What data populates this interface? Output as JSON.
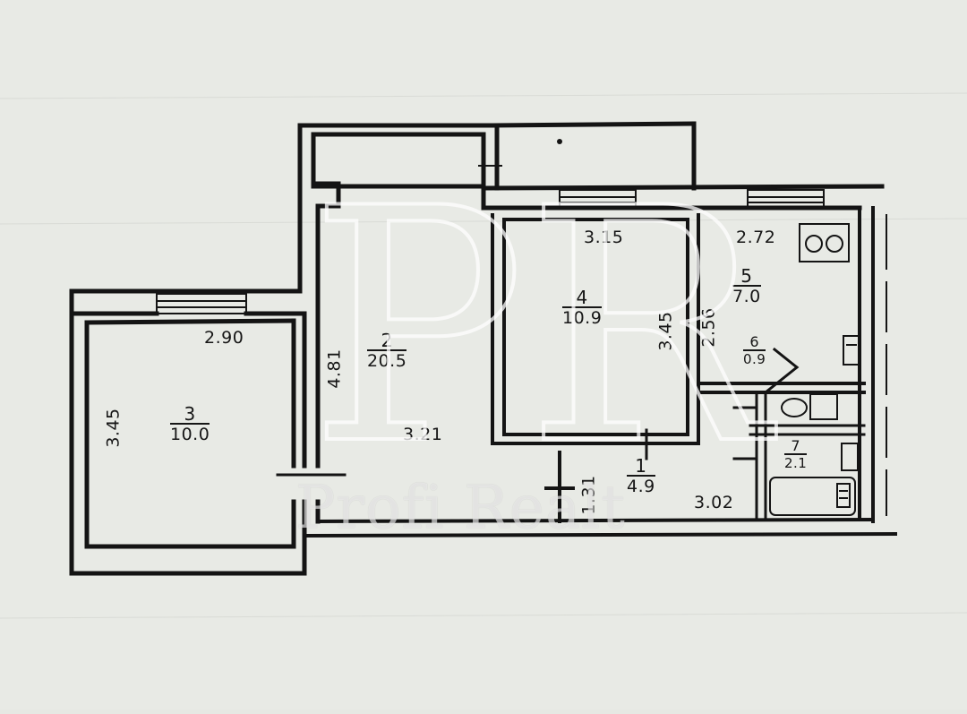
{
  "rooms": {
    "r1": {
      "number": "1",
      "area": "4.9"
    },
    "r2": {
      "number": "2",
      "area": "20.5"
    },
    "r3": {
      "number": "3",
      "area": "10.0"
    },
    "r4": {
      "number": "4",
      "area": "10.9"
    },
    "r5": {
      "number": "5",
      "area": "7.0"
    },
    "r6": {
      "number": "6",
      "area": "0.9"
    },
    "r7": {
      "number": "7",
      "area": "2.1"
    }
  },
  "dimensions": {
    "d_290": "2.90",
    "d_345_left": "3.45",
    "d_481": "4.81",
    "d_321": "3.21",
    "d_315": "3.15",
    "d_345_mid": "3.45",
    "d_272": "2.72",
    "d_256": "2.56",
    "d_131": "1.31",
    "d_302": "3.02"
  },
  "watermark": {
    "monogram": "PR",
    "text": "Profi Realt"
  }
}
